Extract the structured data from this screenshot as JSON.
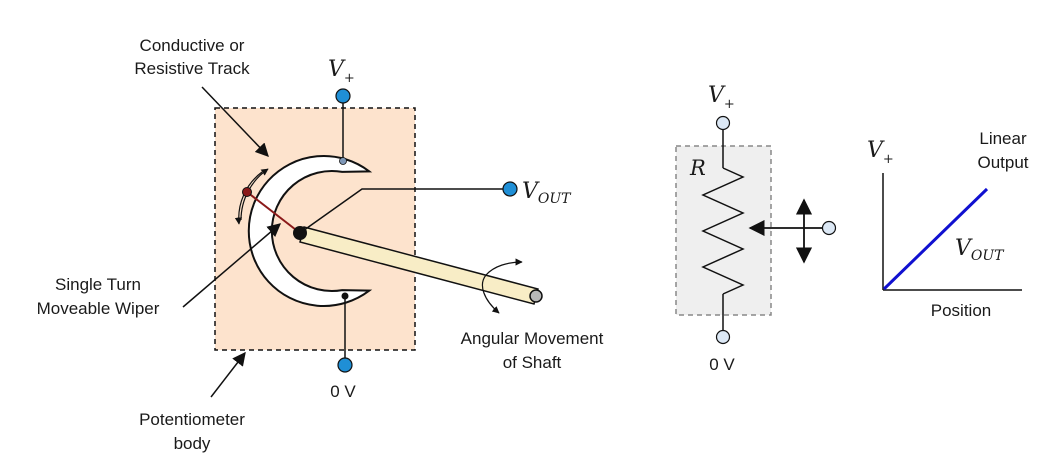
{
  "labels": {
    "track_line1": "Conductive or",
    "track_line2": "Resistive Track",
    "wiper_line1": "Single Turn",
    "wiper_line2": "Moveable Wiper",
    "body_line1": "Potentiometer",
    "body_line2": "body",
    "shaft_line1": "Angular Movement",
    "shaft_line2": "of Shaft",
    "v_plus_symbol": "V",
    "v_plus_sub": "+",
    "zero_v": "0 V",
    "vout_symbol": "V",
    "vout_sub": "OUT",
    "schematic_v_plus_symbol": "V",
    "schematic_v_plus_sub": "+",
    "schematic_zero_v": "0 V",
    "resistor_label": "R",
    "graph_v_plus_symbol": "V",
    "graph_v_plus_sub": "+",
    "graph_line_label1": "Linear",
    "graph_line_label2": "Output",
    "graph_vout_symbol": "V",
    "graph_vout_sub": "OUT",
    "graph_xlabel": "Position"
  },
  "colors": {
    "body_fill": "#fde3cd",
    "terminal_fill": "#1f8fd6",
    "schematic_terminal_fill": "#dce8f5",
    "schematic_box_fill": "#efefef",
    "wiper_link": "#8b1a1a",
    "shaft_fill": "#f8edc6",
    "graph_line": "#1010d0",
    "stroke": "#111111"
  }
}
